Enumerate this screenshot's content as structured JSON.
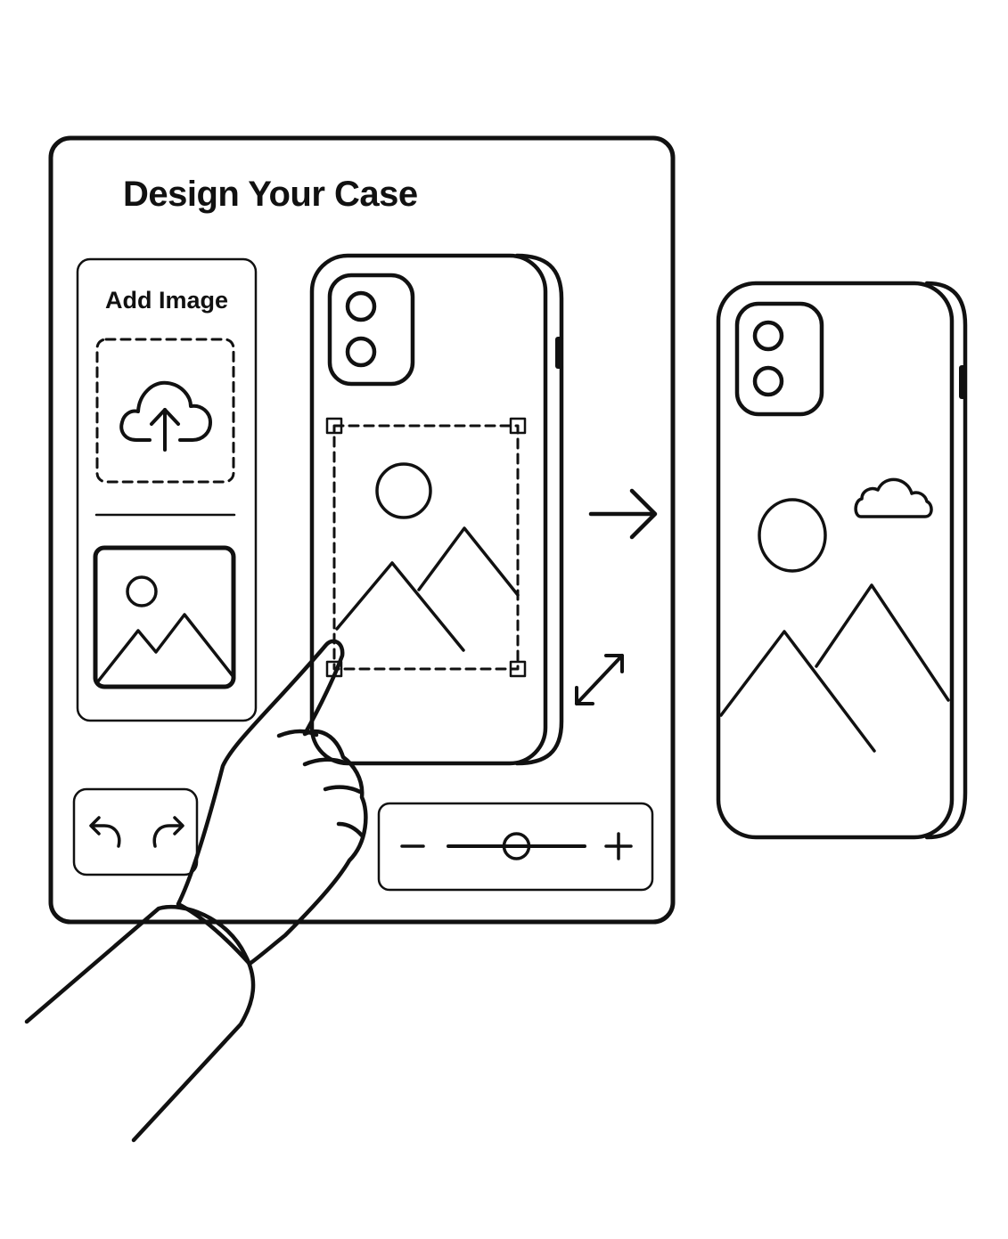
{
  "editor": {
    "title": "Design Your Case",
    "add_image_label": "Add Image"
  },
  "zoom_slider": {
    "value_fraction": 0.5
  },
  "icons": {
    "upload": "cloud-upload-icon",
    "undo": "undo-icon",
    "redo": "redo-icon",
    "zoom_out": "minus-icon",
    "zoom_in": "plus-icon",
    "resize": "resize-diagonal-icon",
    "next": "arrow-right-icon"
  },
  "colors": {
    "stroke": "#111111",
    "background": "#ffffff"
  }
}
